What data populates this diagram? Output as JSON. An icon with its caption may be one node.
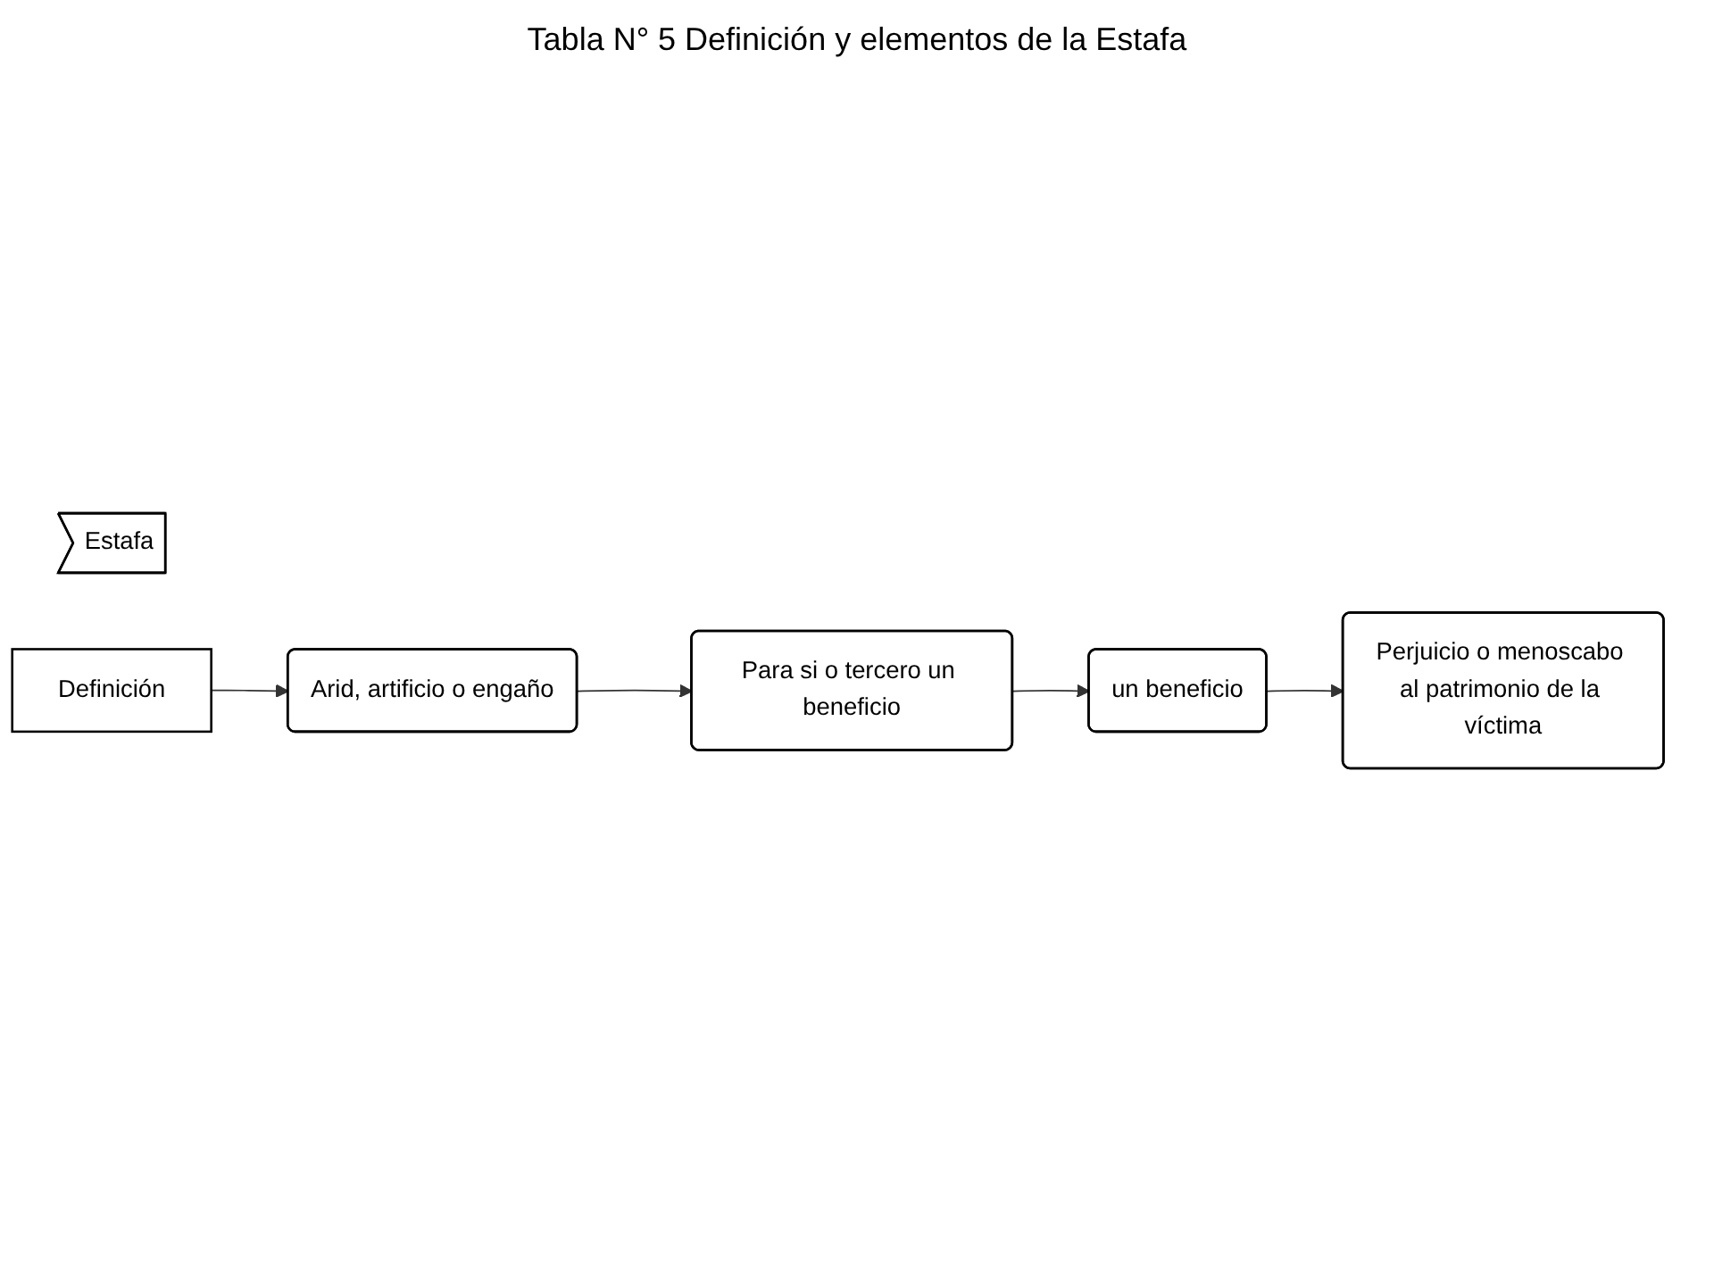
{
  "diagram": {
    "title": "Tabla N° 5 Definición y elementos de la Estafa",
    "nodes": [
      {
        "text": [
          "Estafa"
        ]
      },
      {
        "text": [
          "Definición"
        ]
      },
      {
        "text": [
          "Arid, artificio o engaño"
        ]
      },
      {
        "text": [
          "Para si o tercero un beneficio"
        ]
      },
      {
        "text": [
          "un beneficio"
        ]
      },
      {
        "text": [
          "Perjuicio o menoscabo al patrimonio de la víctima"
        ]
      }
    ],
    "edges": [
      {
        "from": 1,
        "to": 2,
        "arrow": "to"
      },
      {
        "from": 2,
        "to": 3,
        "arrow": "to"
      },
      {
        "from": 3,
        "to": 4,
        "arrow": "to"
      },
      {
        "from": 4,
        "to": 5,
        "arrow": "to"
      }
    ]
  }
}
